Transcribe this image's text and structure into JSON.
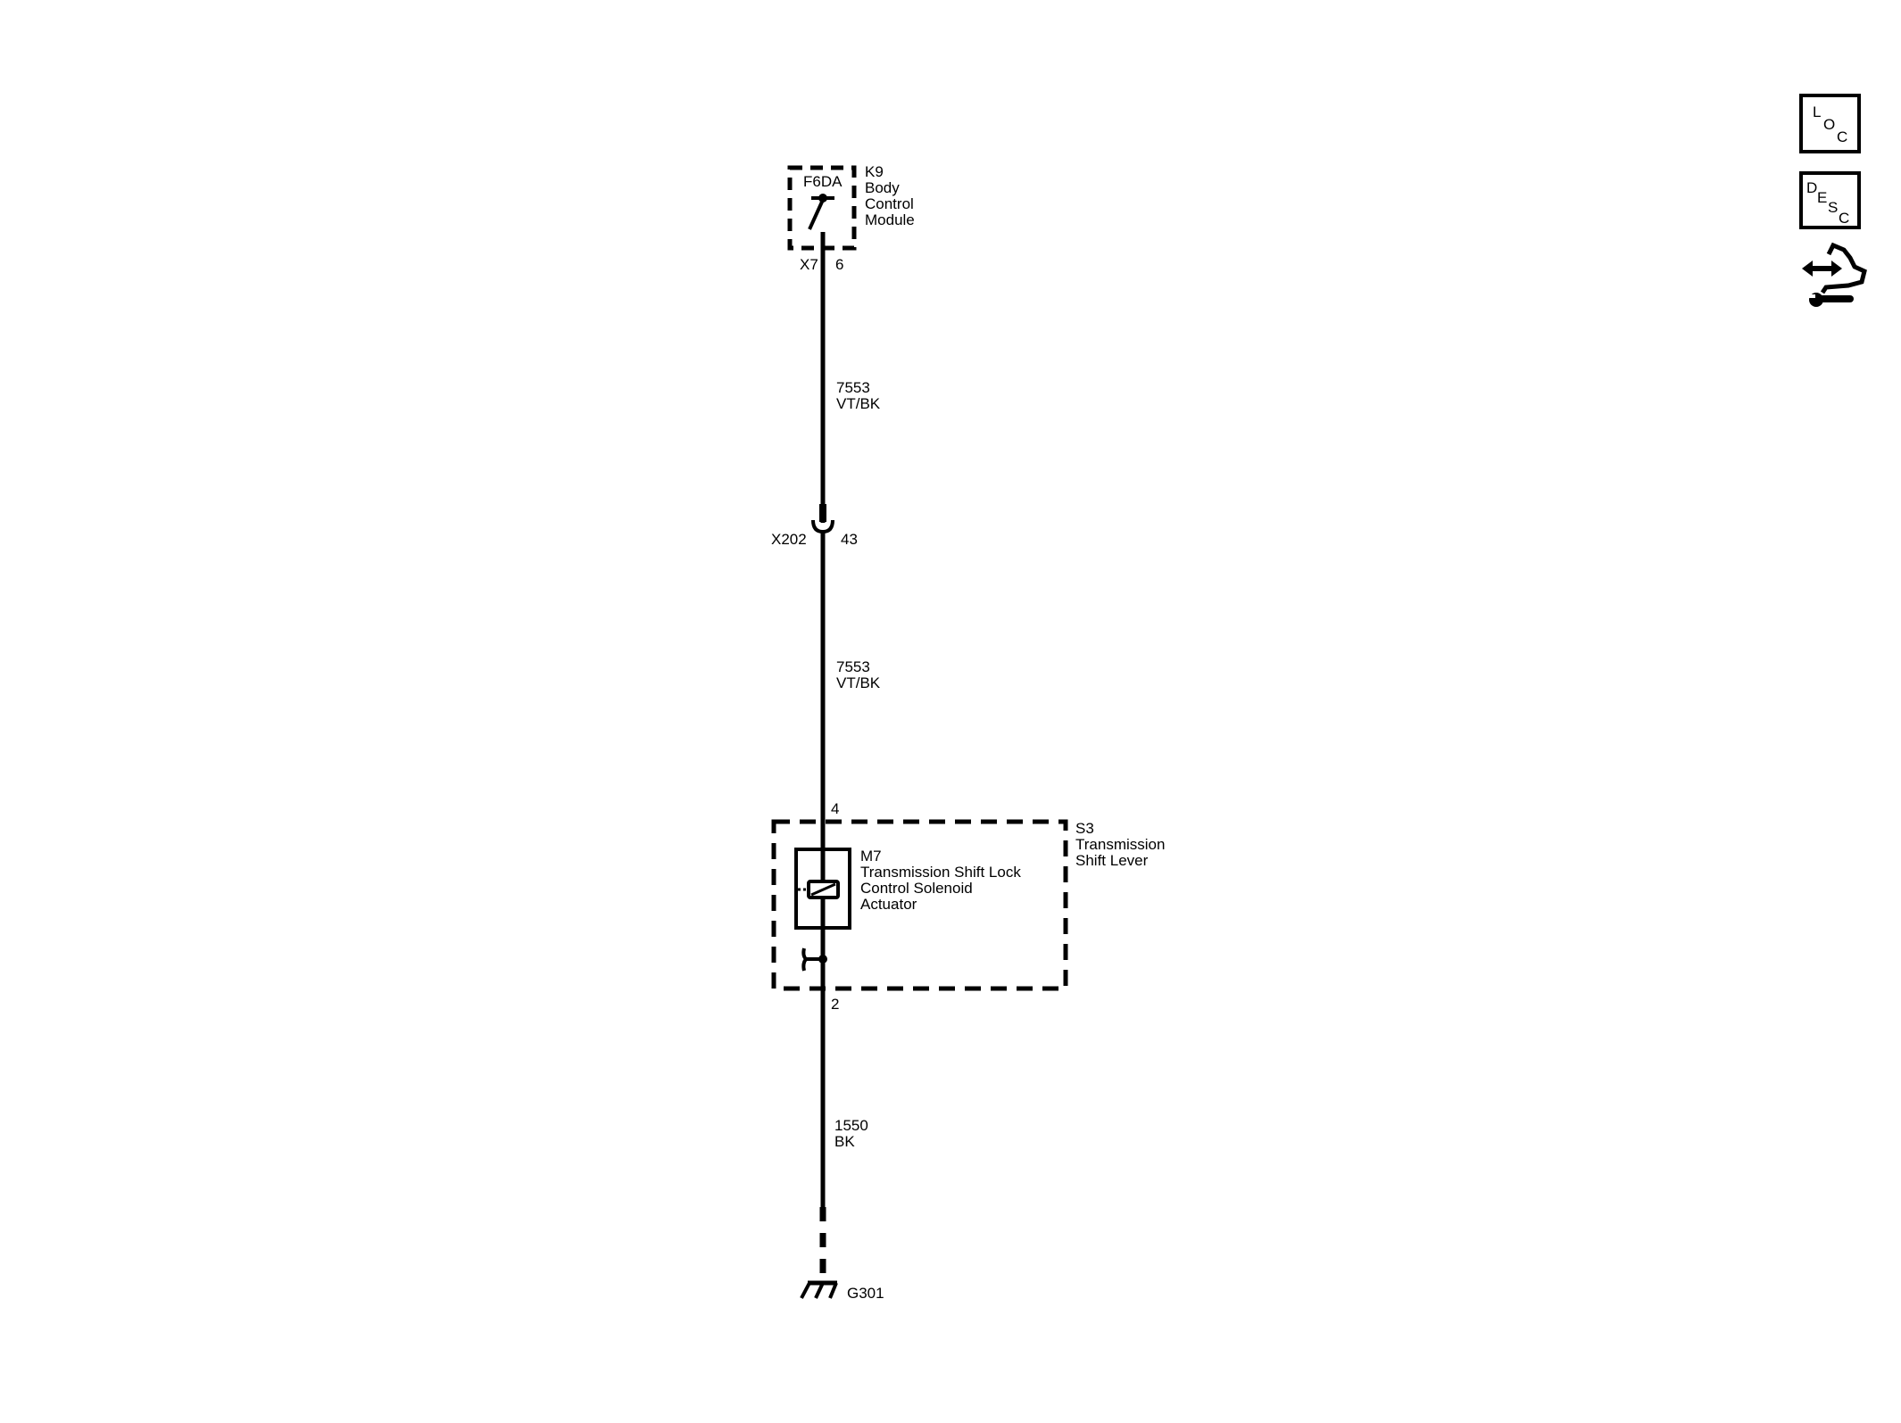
{
  "modules": {
    "bcm": {
      "ref": "K9",
      "name_lines": [
        "Body",
        "Control",
        "Module"
      ],
      "circuit": "F6DA",
      "connector": "X7",
      "pin": "6"
    },
    "shift_lever": {
      "ref": "S3",
      "name_lines": [
        "Transmission",
        "Shift Lever"
      ],
      "pin_in": "4",
      "pin_out": "2"
    },
    "solenoid": {
      "ref": "M7",
      "name_lines": [
        "Transmission Shift Lock",
        "Control Solenoid",
        "Actuator"
      ]
    }
  },
  "wires": [
    {
      "circuit": "7553",
      "color": "VT/BK"
    },
    {
      "circuit": "7553",
      "color": "VT/BK"
    },
    {
      "circuit": "1550",
      "color": "BK"
    }
  ],
  "inline_connector": {
    "ref": "X202",
    "pin": "43"
  },
  "ground": {
    "ref": "G301"
  },
  "nav_icons": [
    {
      "name": "loc-icon",
      "letters": [
        "L",
        "O",
        "C"
      ]
    },
    {
      "name": "desc-icon",
      "letters": [
        "D",
        "E",
        "S",
        "C"
      ]
    },
    {
      "name": "connector-repair-icon"
    }
  ],
  "colors": {
    "line": "#000000",
    "background": "#ffffff"
  }
}
